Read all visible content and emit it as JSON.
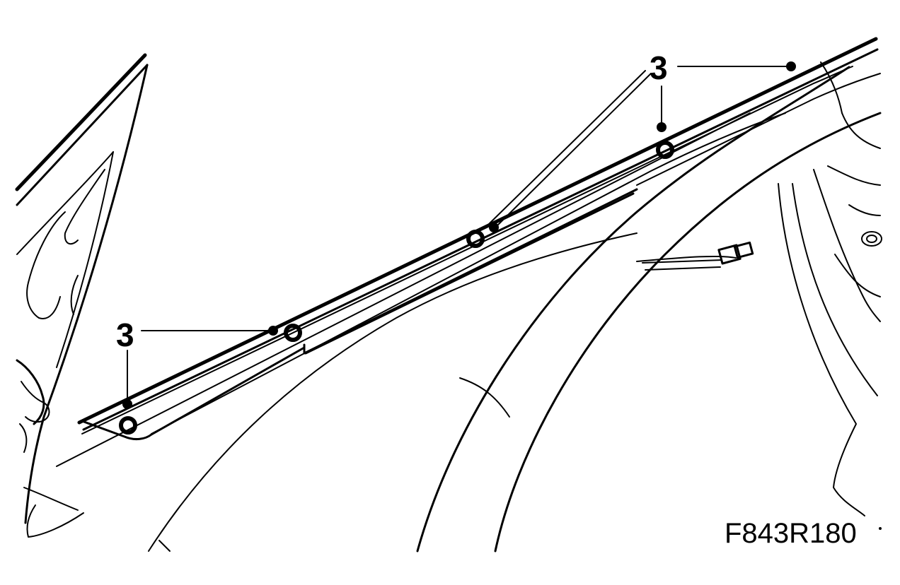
{
  "figure": {
    "code": "F843R180",
    "callouts": [
      {
        "id": "callout-top-right",
        "number": "3"
      },
      {
        "id": "callout-left",
        "number": "3"
      }
    ]
  }
}
